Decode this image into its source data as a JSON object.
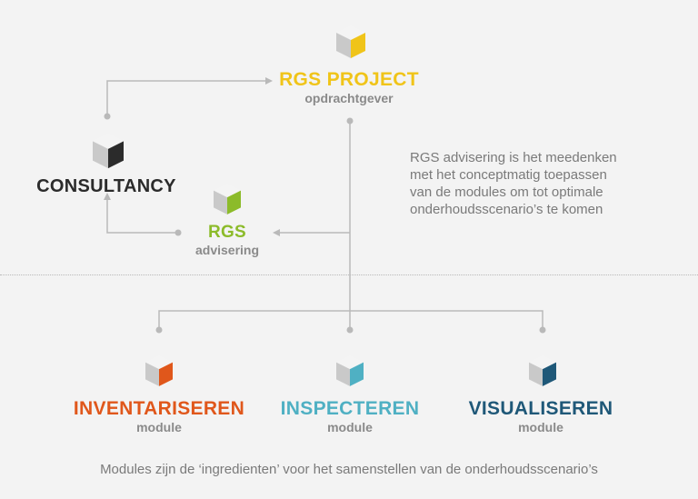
{
  "nodes": {
    "project": {
      "title": "RGS PROJECT",
      "subtitle": "opdrachtgever",
      "color": "#f0c419"
    },
    "consultancy": {
      "title": "CONSULTANCY",
      "color": "#2b2b2b"
    },
    "advisering": {
      "title": "RGS",
      "subtitle": "advisering",
      "color": "#8cbb2a"
    },
    "inventariseren": {
      "title": "INVENTARISEREN",
      "subtitle": "module",
      "color": "#e0571b"
    },
    "inspecteren": {
      "title": "INSPECTEREN",
      "subtitle": "module",
      "color": "#4fb0c3"
    },
    "visualiseren": {
      "title": "VISUALISEREN",
      "subtitle": "module",
      "color": "#1f5878"
    }
  },
  "description": "RGS advisering is het meedenken\nmet het conceptmatig toepassen\nvan de modules om tot optimale\nonderhoudsscenario’s te komen",
  "footer_note": "Modules zijn de ‘ingredienten’ voor het samenstellen van de onderhoudsscenario’s",
  "colors": {
    "connector": "#b9b9b9",
    "panel": "#f3f3f3",
    "cube_top": "#f4f4f4",
    "cube_left": "#c9c9c9"
  }
}
